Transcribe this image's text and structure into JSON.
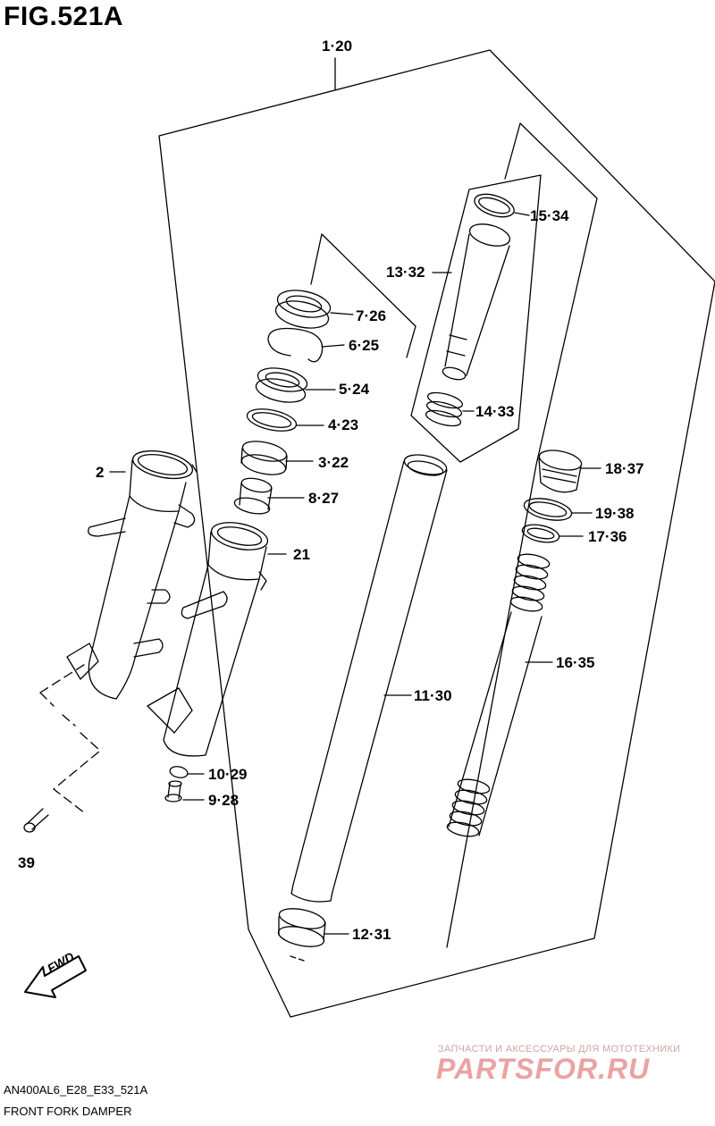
{
  "figure": {
    "title": "FIG.521A",
    "model_code": "AN400AL6_E28_E33_521A",
    "caption": "FRONT FORK DAMPER"
  },
  "callouts": {
    "c1": "1·20",
    "c15": "15·34",
    "c13": "13·32",
    "c7": "7·26",
    "c6": "6·25",
    "c5": "5·24",
    "c4": "4·23",
    "c14": "14·33",
    "c3": "3·22",
    "c18": "18·37",
    "c2": "2",
    "c8": "8·27",
    "c19": "19·38",
    "c17": "17·36",
    "c21": "21",
    "c16": "16·35",
    "c11": "11·30",
    "c10": "10·29",
    "c9": "9·28",
    "c39": "39",
    "c12": "12·31"
  },
  "fwd_label": "FWD",
  "watermark": {
    "tagline": "ЗАПЧАСТИ И АКСЕССУАРЫ ДЛЯ МОТОТЕХНИКИ",
    "logo": "PARTSFOR.RU"
  },
  "colors": {
    "line": "#000000",
    "background": "#ffffff",
    "watermark": "#e8a0a0"
  }
}
